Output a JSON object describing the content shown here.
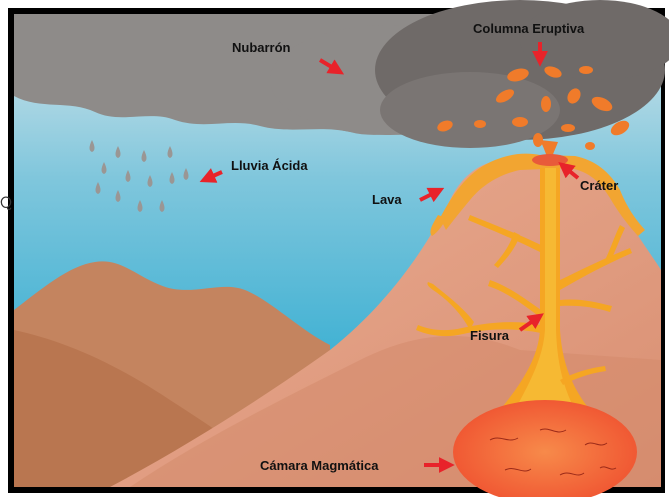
{
  "labels": {
    "columna": "Columna Eruptiva",
    "nubarron": "Nubarrón",
    "lluvia": "Lluvia Ácida",
    "lava": "Lava",
    "crater": "Cráter",
    "fisura": "Fisura",
    "camara": "Cámara Magmática"
  },
  "colors": {
    "sky_top": "#c9dfe6",
    "sky_bottom": "#1aa6cf",
    "cloud": "#8a8785",
    "mountain": "#c98d68",
    "volcano": "#e8a487",
    "magma": "#f5a623",
    "chamber": "#f26a3a",
    "arrow": "#e8232a",
    "frame": "#000000"
  },
  "stray_glyph": "Ⴍ"
}
